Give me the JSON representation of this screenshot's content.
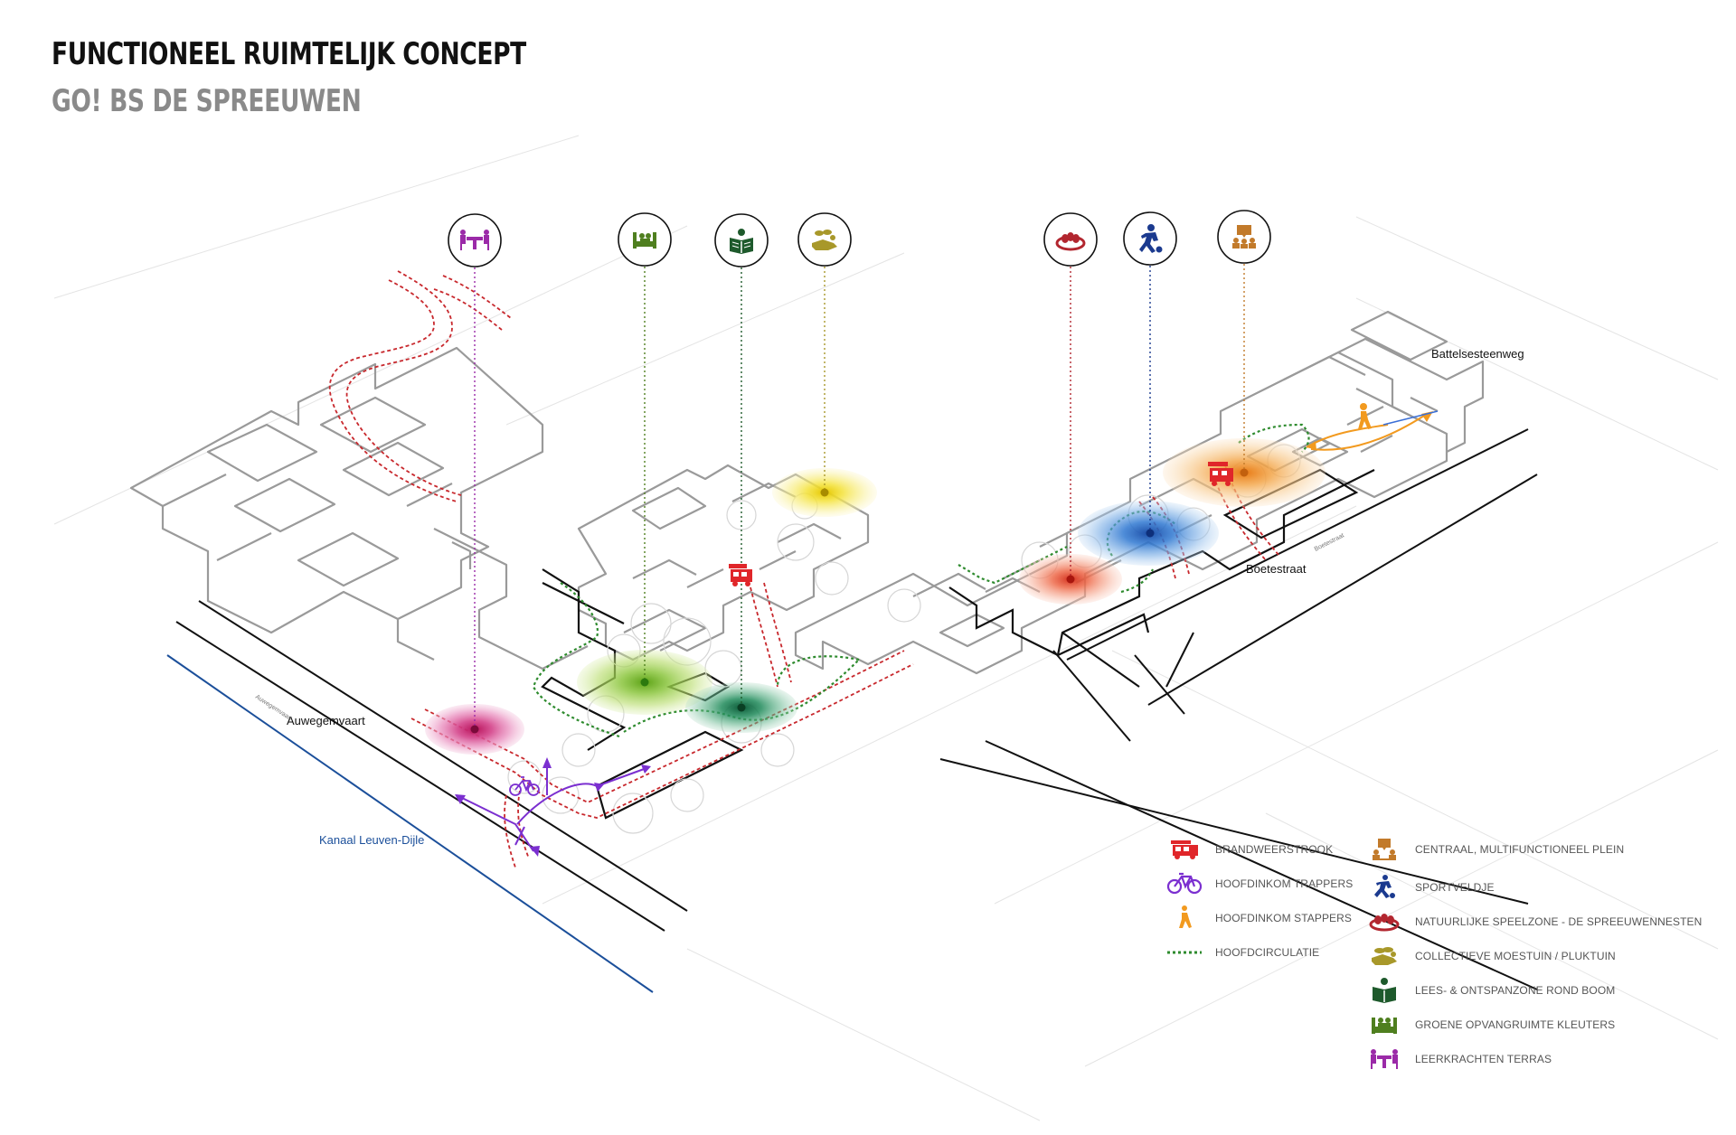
{
  "header": {
    "title": "FUNCTIONEEL RUIMTELIJK CONCEPT",
    "subtitle": "GO! BS DE SPREEUWEN"
  },
  "map_labels": {
    "battelsesteenweg": "Battelsesteenweg",
    "boetestraat": "Boetestraat",
    "boetestraat_small": "Boetestraat",
    "auwegemvaart": "Auwegemvaart",
    "auwegemvaart_small": "Auwegemvaart",
    "kanaal": "Kanaal Leuven-Dijle"
  },
  "colors": {
    "fire": "#e0262a",
    "bike": "#7b2fd0",
    "walk": "#f29a1f",
    "circulation": "#2e8b2e",
    "plein": "#c27a2a",
    "sport": "#1b3a8f",
    "nest": "#b2262f",
    "moestuin": "#a8982a",
    "lees": "#1e5a2c",
    "kleuters": "#4f7f1f",
    "terras": "#9b2aa8",
    "kanaal": "#1b4f9a",
    "plan_line": "#9a9a9a"
  },
  "legend": {
    "left": [
      {
        "icon": "fire-truck-icon",
        "label": "BRANDWEERSTROOK"
      },
      {
        "icon": "bicycle-icon",
        "label": "HOOFDINKOM TRAPPERS"
      },
      {
        "icon": "pedestrian-icon",
        "label": "HOOFDINKOM STAPPERS"
      },
      {
        "icon": "dotted-line-icon",
        "label": "HOOFDCIRCULATIE"
      }
    ],
    "right": [
      {
        "icon": "meeting-icon",
        "label": "CENTRAAL, MULTIFUNCTIONEEL PLEIN"
      },
      {
        "icon": "football-player-icon",
        "label": "SPORTVELDJE"
      },
      {
        "icon": "nest-icon",
        "label": "NATUURLIJKE SPEELZONE - DE SPREEUWENNESTEN"
      },
      {
        "icon": "hand-plant-icon",
        "label": "COLLECTIEVE MOESTUIN / PLUKTUIN"
      },
      {
        "icon": "reading-icon",
        "label": "LEES- & ONTSPANZONE ROND BOOM"
      },
      {
        "icon": "play-fence-icon",
        "label": "GROENE OPVANGRUIMTE KLEUTERS"
      },
      {
        "icon": "terrace-icon",
        "label": "LEERKRACHTEN TERRAS"
      }
    ]
  }
}
